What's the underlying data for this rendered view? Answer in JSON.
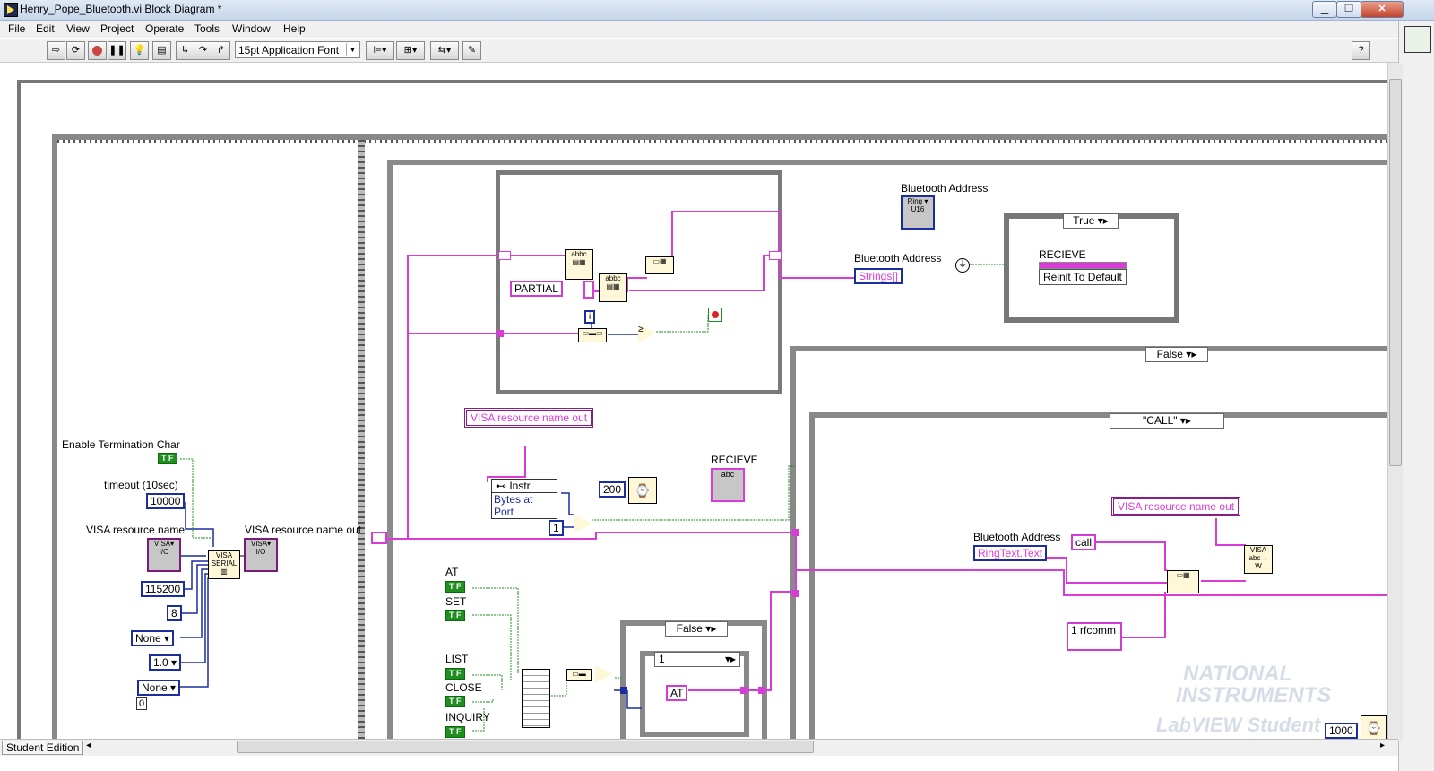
{
  "window": {
    "title": "Henry_Pope_Bluetooth.vi Block Diagram *"
  },
  "menu": [
    "File",
    "Edit",
    "View",
    "Project",
    "Operate",
    "Tools",
    "Window",
    "Help"
  ],
  "toolbar": {
    "font": "15pt Application Font",
    "help": "?"
  },
  "status": {
    "edition": "Student Edition"
  },
  "left_frame": {
    "enable_term_label": "Enable Termination Char",
    "enable_term_value": "T F",
    "timeout_label": "timeout (10sec)",
    "timeout_value": "10000",
    "visa_name_label": "VISA resource name",
    "visa_out_label": "VISA resource name out",
    "baud": "115200",
    "data_bits": "8",
    "parity": "None",
    "stop_bits": "1.0",
    "flow": "None",
    "zero": "0"
  },
  "inner_loop": {
    "partial": "PARTIAL",
    "iter": "i"
  },
  "top_right": {
    "bt_addr_label": "Bluetooth Address",
    "bt_ring": "Ring",
    "bt_addr_label2": "Bluetooth Address",
    "strings_prop": "Strings[]",
    "case_true": "True",
    "recieve": "RECIEVE",
    "reinit": "Reinit To Default"
  },
  "middle": {
    "visa_out": "VISA resource name out",
    "instr": "Instr",
    "bytes_at_port": "Bytes at Port",
    "wait_ms": "200",
    "one": "1",
    "recieve": "RECIEVE",
    "recieve_icon": "abc"
  },
  "bools": [
    "AT",
    "SET",
    "LIST",
    "CLOSE",
    "INQUIRY"
  ],
  "bool_value": "T F",
  "lower_case": {
    "false": "False",
    "one": "1",
    "at": "AT"
  },
  "right_case": {
    "false": "False",
    "call": "\"CALL\"",
    "visa_out": "VISA resource name out",
    "bt_addr": "Bluetooth Address",
    "ringtext": "RingText.Text",
    "call_str": "call",
    "rfcomm": "1 rfcomm",
    "thousand": "1000"
  },
  "watermark": {
    "line1": "NATIONAL",
    "line2": "INSTRUMENTS",
    "line3": "LabVIEW Student Edition"
  }
}
